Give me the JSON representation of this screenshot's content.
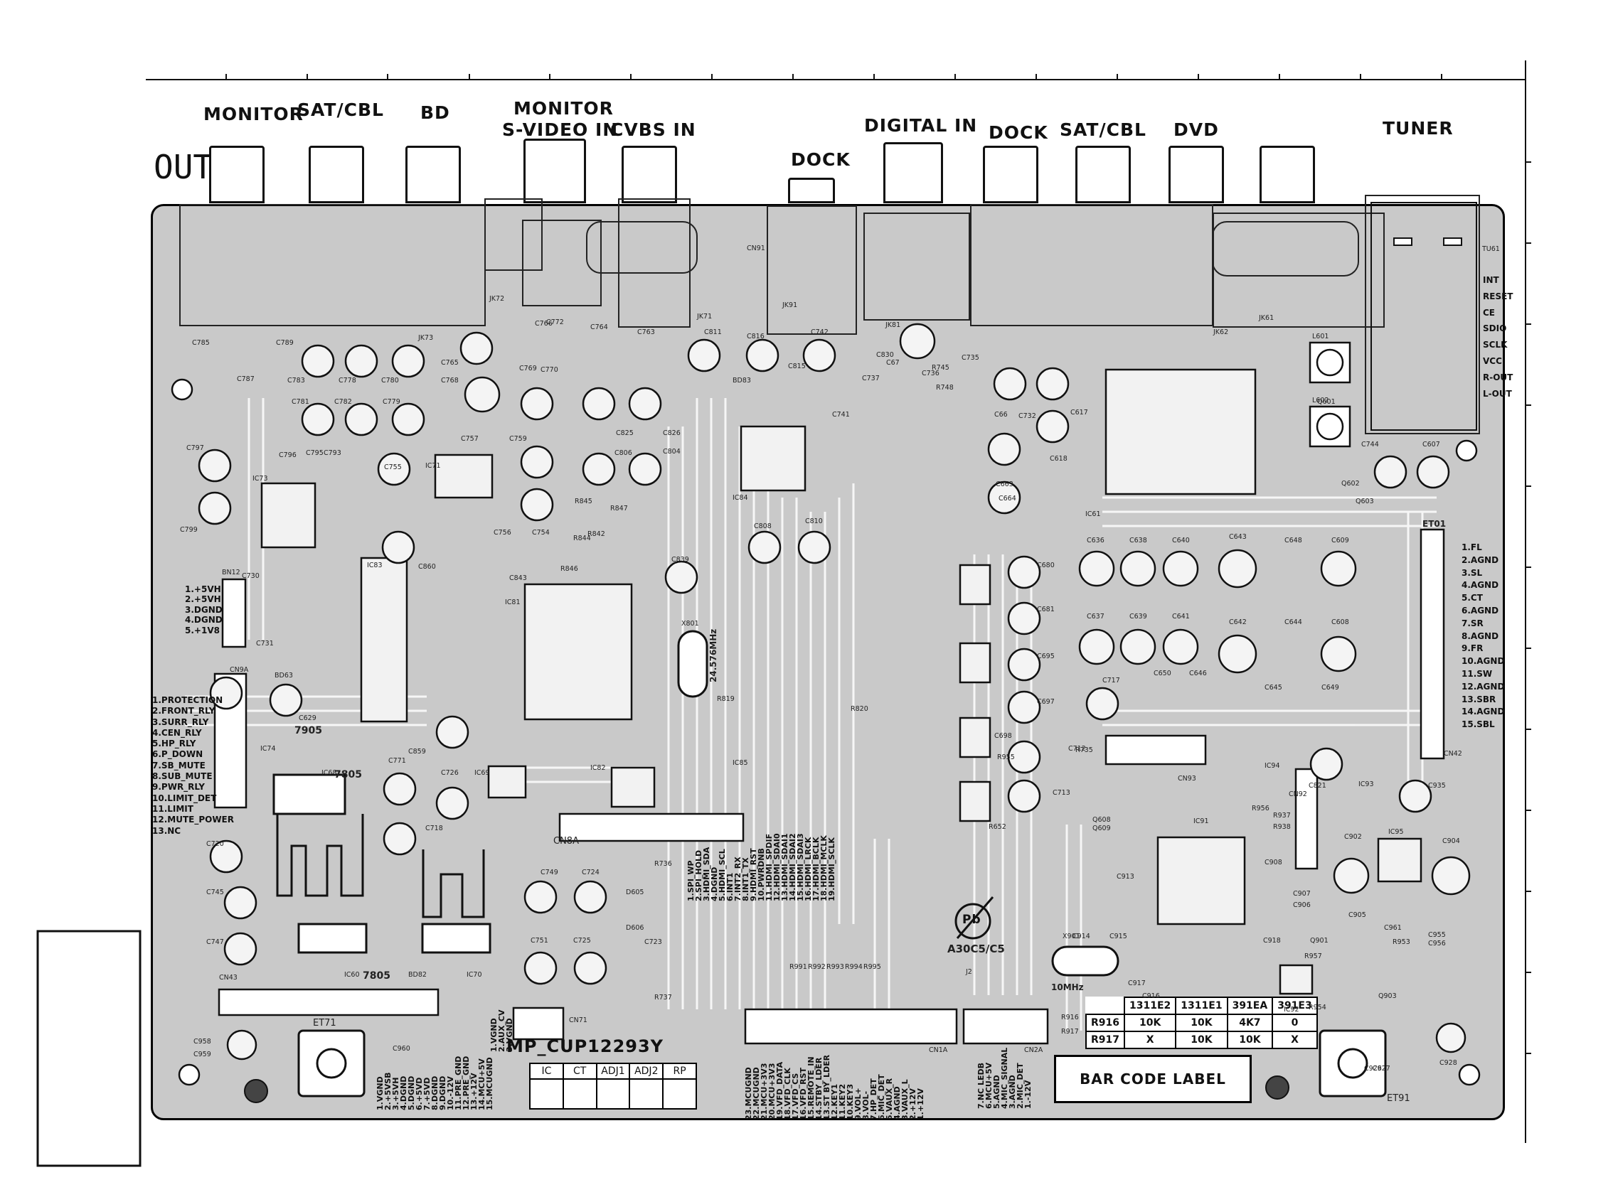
{
  "labels": {
    "monitor": "MONITOR",
    "sat_cbl_1": "SAT/CBL",
    "bd": "BD",
    "monitor2": "MONITOR",
    "svideo_in": "S-VIDEO IN",
    "cvbs_in": "CVBS IN",
    "dock_1": "DOCK",
    "digital_in": "DIGITAL IN",
    "dock_2": "DOCK",
    "sat_cbl_2": "SAT/CBL",
    "dvd": "DVD",
    "tuner": "TUNER",
    "out": "OUT"
  },
  "tuner_pins": [
    "INT",
    "RESET",
    "CE",
    "SDIO",
    "SCLK",
    "VCC",
    "R-OUT",
    "L-OUT"
  ],
  "power_pins": [
    "1.+5VH",
    "2.+5VH",
    "3.DGND",
    "4.DGND",
    "5.+1V8"
  ],
  "cn9a_pins": [
    "1.PROTECTION",
    "2.FRONT_RLY",
    "3.SURR_RLY",
    "4.CEN_RLY",
    "5.HP_RLY",
    "6.P_DOWN",
    "7.SB_MUTE",
    "8.SUB_MUTE",
    "9.PWR_RLY",
    "10.LIMIT_DET",
    "11.LIMIT",
    "12.MUTE_POWER",
    "13.NC"
  ],
  "et01_pins": [
    "1.FL",
    "2.AGND",
    "3.SL",
    "4.AGND",
    "5.CT",
    "6.AGND",
    "7.SR",
    "8.AGND",
    "9.FR",
    "10.AGND",
    "11.SW",
    "12.AGND",
    "13.SBR",
    "14.AGND",
    "15.SBL"
  ],
  "bottom_pins_a": [
    "1.VGND",
    "2.+5VSB",
    "3.+5VH",
    "4.DGND",
    "5.DGND",
    "6.+5VD",
    "7.+5VD",
    "8.DGND",
    "9.DGND",
    "10.-12V",
    "11.PRE_GND",
    "12.PRE_GND",
    "13.+12V",
    "14.MCU+5V",
    "15.MCUGND"
  ],
  "bottom_pins_b": [
    "1.VGND",
    "2.AUX_CV",
    "3.VGND"
  ],
  "bottom_pins_c": [
    "23.MCUGND",
    "22.MCUGND",
    "21.MCU+3V3",
    "20.MCU+3V3",
    "19.VFD_DATA",
    "18.VFD_CLK",
    "17.VFD_CS",
    "16.VFD_RST",
    "15.REMOTE_IN",
    "14.STBY_LDER",
    "13.ST BY_LDER",
    "12.KEY1",
    "11.KEY2",
    "10.KEY3",
    "9.VOL+",
    "8.VOL-",
    "7.HP_DET",
    "6.MIC_DET",
    "5.VAUX_R",
    "4.AGND",
    "3.VAUX_L",
    "2.+12V",
    "1.+12V"
  ],
  "bottom_pins_d": [
    "7.NC LEDB",
    "6.MCU+5V",
    "5.AGND",
    "4.MIC_SIGNAL",
    "3.AGND",
    "2.MIC_DET",
    "1.-12V"
  ],
  "hdmi_pins": [
    "1.SPI_WP",
    "2.SPI_HOLD",
    "3.HDMI_SDA",
    "4.DGND",
    "5.HDMI_SCL",
    "6.INT1",
    "7.INT2_RX",
    "8.INT1_TX",
    "9.HDMI_RST",
    "10.PWRDNB",
    "11.HDMI_SPDIF",
    "12.HDMI_SDAI0",
    "13.HDMI_SDAI1",
    "14.HDMI_SDAI2",
    "15.HDMI_SDAI3",
    "16.HDMI_LRCK",
    "17.HDMI_BCLK",
    "18.HDMI_MCLK",
    "19.HDMI_SCLK"
  ],
  "resistor_table": {
    "header": [
      "",
      "1311E2",
      "1311E1",
      "391EA",
      "391E3"
    ],
    "rows": [
      [
        "R916",
        "10K",
        "10K",
        "4K7",
        "0"
      ],
      [
        "R917",
        "X",
        "10K",
        "10K",
        "X"
      ]
    ]
  },
  "mp_table": {
    "title": "MP_CUP12293Y",
    "columns": [
      "IC",
      "CT",
      "ADJ1",
      "ADJ2",
      "RP"
    ]
  },
  "barcode": "BAR CODE LABEL",
  "pb_mark": "Pb",
  "pb_code": "A30C5/C5",
  "crystal_1": "24.576MHz",
  "crystal_2": "10MHz",
  "connector_labels": {
    "cn9a": "CN9A",
    "bn12": "BN12",
    "et01": "ET01",
    "et71": "ET71",
    "et91": "ET91",
    "cn43": "CN43",
    "cn42": "CN42",
    "cn8a": "CN8A",
    "cn1a": "CN1A",
    "cn2a": "CN2A",
    "cn71": "CN71",
    "cn93": "CN93",
    "cn92": "CN92",
    "x801": "X801",
    "x901": "X901",
    "tu61": "TU61",
    "ic7905": "7905",
    "ic7805a": "7805",
    "ic7805b": "7805",
    "ic61": "IC61",
    "ic81": "IC81",
    "ic84": "IC84",
    "ic91": "IC91",
    "ic92": "IC92",
    "ic93": "IC93",
    "ic94": "IC94",
    "ic95": "IC95",
    "ic83": "IC83",
    "ic73": "IC73",
    "ic71": "IC71",
    "ic74": "IC74",
    "ic68": "IC68",
    "ic69": "IC69",
    "ic60": "IC60",
    "ic70": "IC70",
    "ic82": "IC82",
    "ic85": "IC85",
    "l601": "L601",
    "l602": "L602",
    "jk72": "JK72",
    "jk73": "JK73",
    "jk71": "JK71",
    "jk81": "JK81",
    "jk91": "JK91",
    "jk61": "JK61",
    "jk62": "JK62",
    "cn91": "CN91"
  },
  "component_labels": [
    "C785",
    "C789",
    "C787",
    "C783",
    "C778",
    "C780",
    "C781",
    "C782",
    "C779",
    "C797",
    "C799",
    "C796",
    "C795",
    "C793",
    "C757",
    "C755",
    "C765",
    "C768",
    "C766",
    "C772",
    "C769",
    "C770",
    "C764",
    "C763",
    "C759",
    "C754",
    "C756",
    "C825",
    "C826",
    "C806",
    "C804",
    "C811",
    "C816",
    "C815",
    "C742",
    "C741",
    "C830",
    "C737",
    "C735",
    "C736",
    "C732",
    "C617",
    "C618",
    "C663",
    "C664",
    "C66",
    "C67",
    "C636",
    "C638",
    "C640",
    "C643",
    "C648",
    "C609",
    "C637",
    "C639",
    "C641",
    "C642",
    "C644",
    "C608",
    "C650",
    "C646",
    "C645",
    "C649",
    "C680",
    "C681",
    "C695",
    "C697",
    "C698",
    "C717",
    "C712",
    "C713",
    "C808",
    "C810",
    "C839",
    "C843",
    "C860",
    "C730",
    "C731",
    "C629",
    "C859",
    "C771",
    "C726",
    "C718",
    "C720",
    "C745",
    "C747",
    "C749",
    "C724",
    "C751",
    "C725",
    "C723",
    "C744",
    "C607",
    "C902",
    "C904",
    "C906",
    "C905",
    "C907",
    "C908",
    "C913",
    "C914",
    "C915",
    "C916",
    "C917",
    "C918",
    "C928",
    "C926",
    "C927",
    "C955",
    "C956",
    "C958",
    "C959",
    "C960",
    "C961",
    "C821",
    "C935",
    "R736",
    "R737",
    "R735",
    "R652",
    "R820",
    "R819",
    "R748",
    "R745",
    "R847",
    "R842",
    "R844",
    "R845",
    "R846",
    "R937",
    "R938",
    "R955",
    "R953",
    "R954",
    "R956",
    "R957",
    "R991",
    "R992",
    "R993",
    "R994",
    "R995",
    "Q601",
    "Q602",
    "Q603",
    "Q901",
    "Q903",
    "Q608",
    "Q609",
    "D605",
    "D606",
    "BD63",
    "BD82",
    "BD83",
    "J2",
    "R916",
    "R917"
  ]
}
